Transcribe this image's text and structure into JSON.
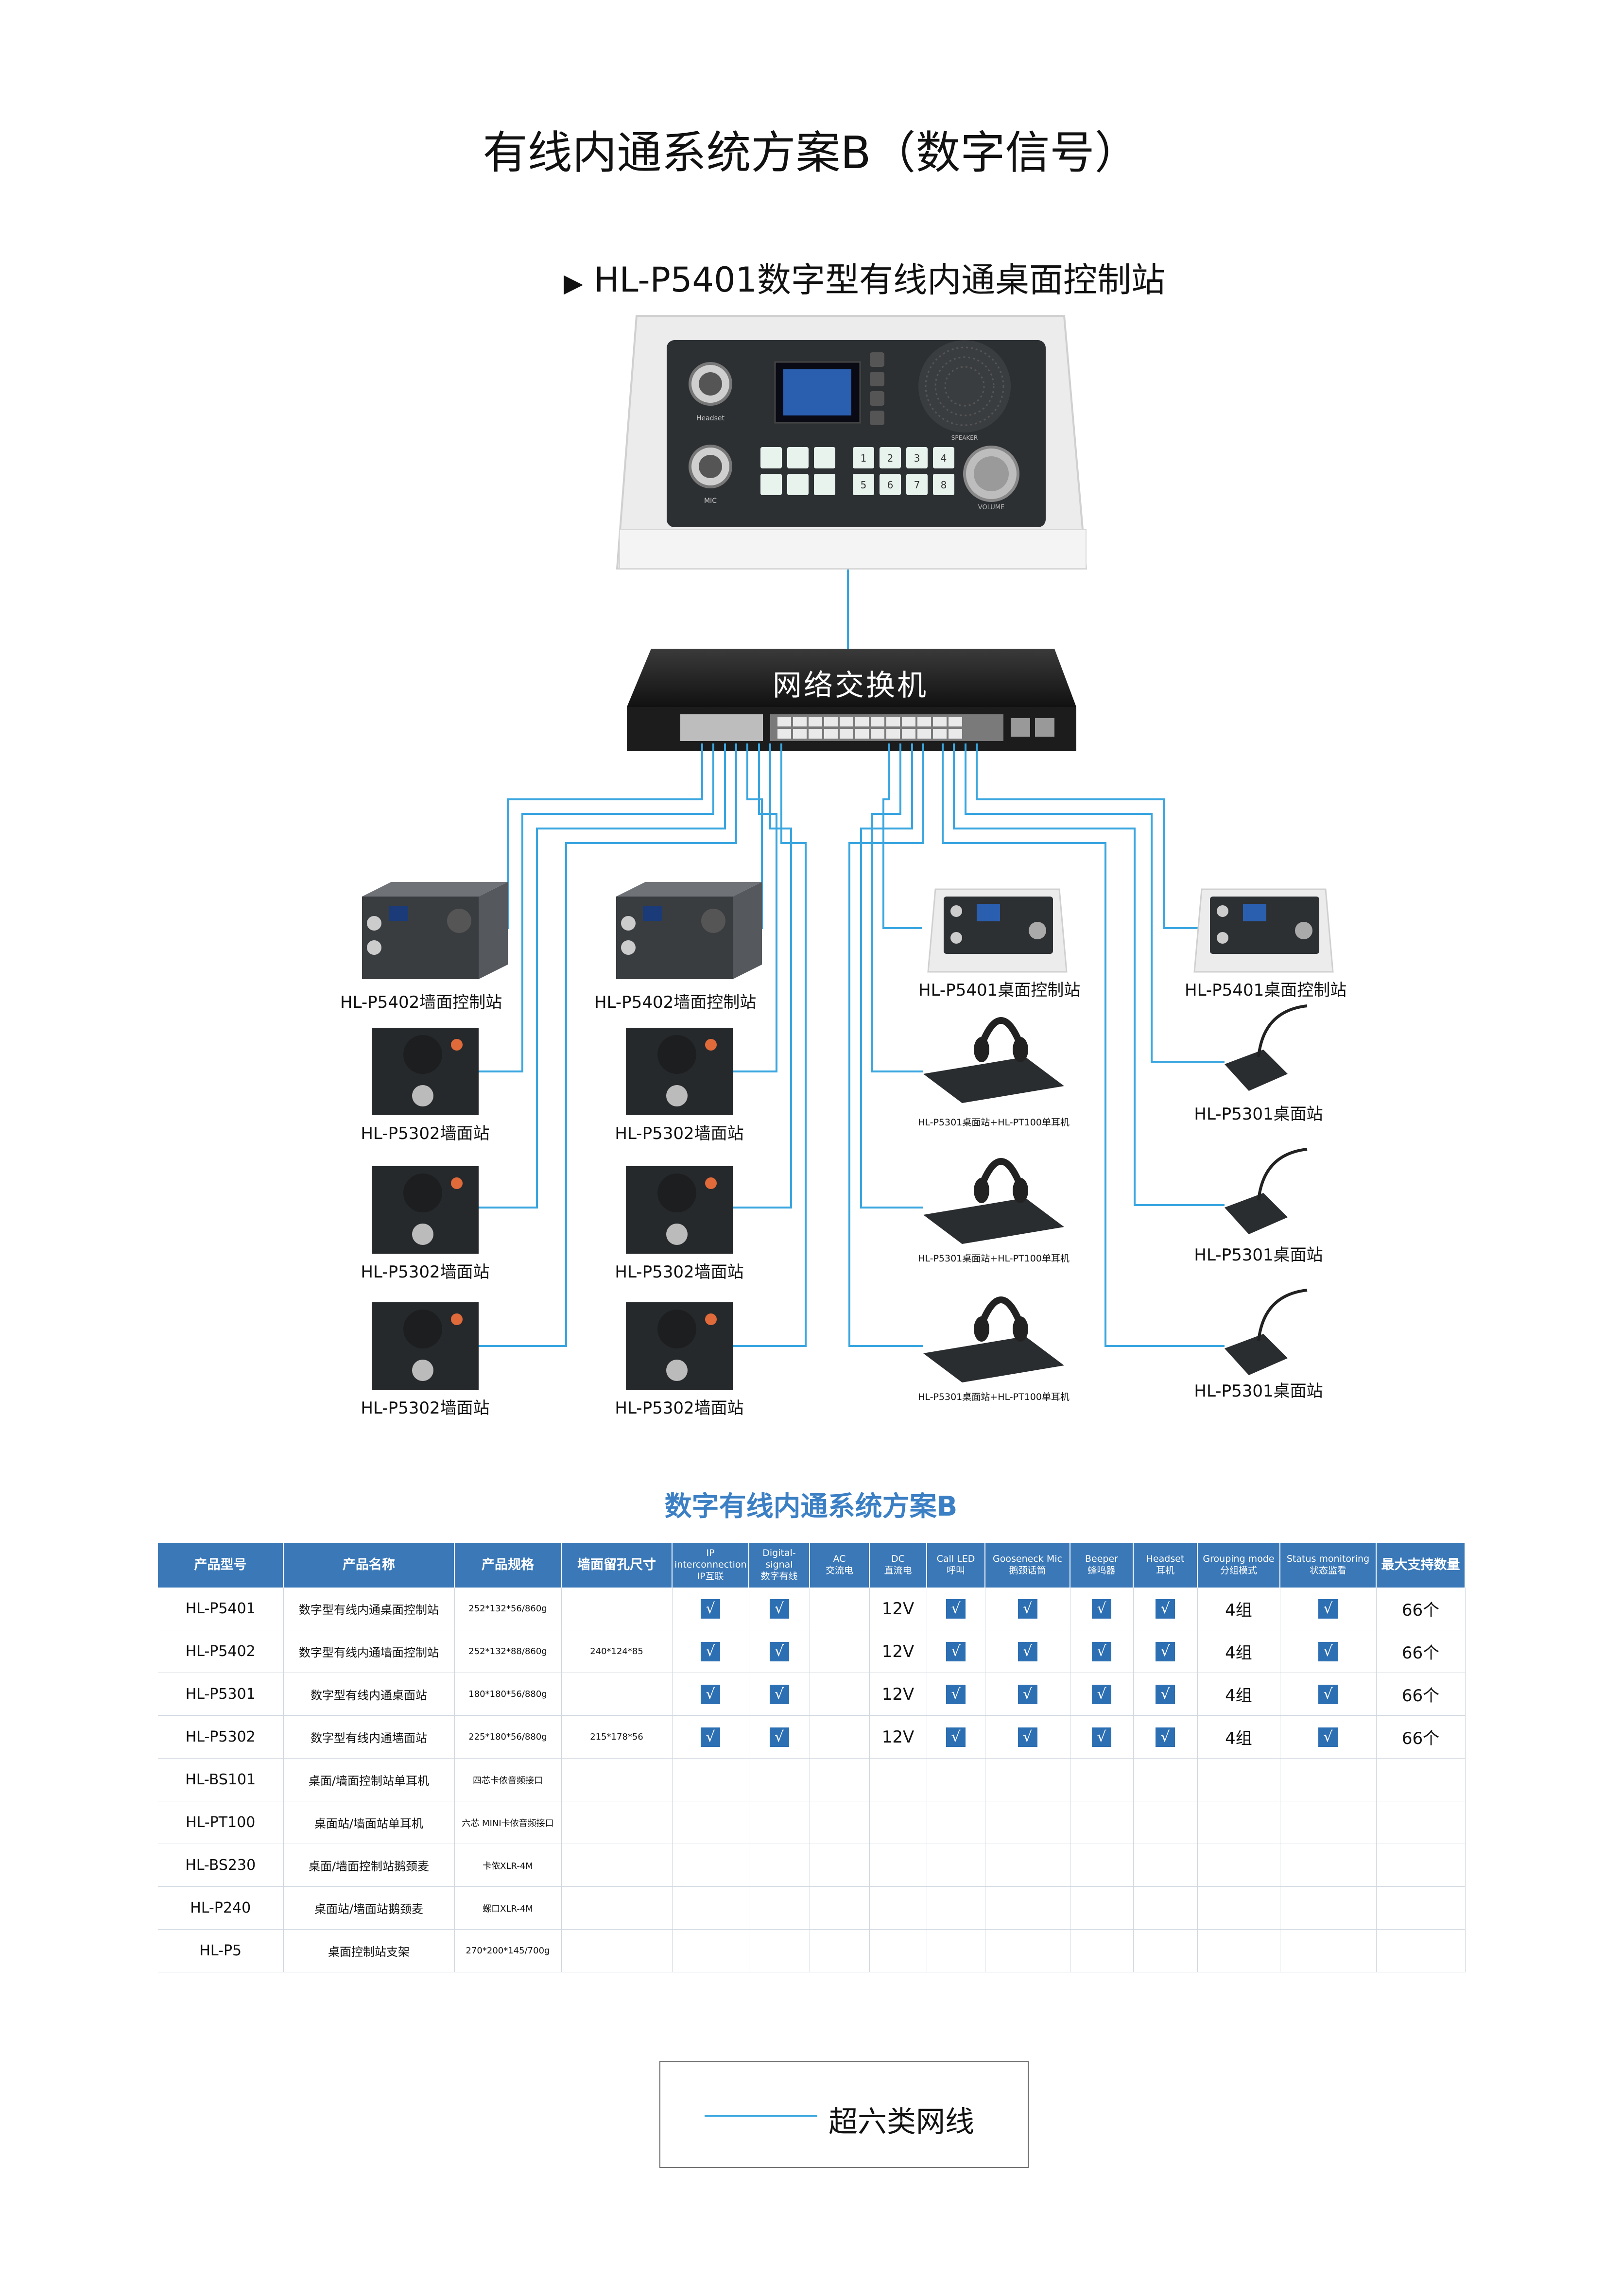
{
  "page": {
    "title": "有线内通系统方案B（数字信号）"
  },
  "device_intro": {
    "marker": "▶",
    "text": "HL-P5401数字型有线内通桌面控制站"
  },
  "panel": {
    "headset_label": "Headset",
    "mic_label": "MIC",
    "speaker_label": "SPEAKER",
    "volume_label": "VOLUME",
    "keys": [
      "1",
      "2",
      "3",
      "4",
      "5",
      "6",
      "7",
      "8"
    ]
  },
  "switch": {
    "label": "网络交换机"
  },
  "stations": {
    "left_wall_control": "HL-P5402墙面控制站",
    "mid_wall_control": "HL-P5402墙面控制站",
    "wall_station": "HL-P5302墙面站",
    "desk_control": "HL-P5401桌面控制站",
    "desk_with_headset": "HL-P5301桌面站+HL-PT100单耳机",
    "desk_station": "HL-P5301桌面站"
  },
  "colors": {
    "cable": "#3aa6e0",
    "table_header": "#3a78b8",
    "table_title": "#3b7fc4",
    "check": "#2d6fb3"
  },
  "table": {
    "title": "数字有线内通系统方案B",
    "check_symbol": "√",
    "headers": [
      {
        "en": "",
        "zh": "产品型号"
      },
      {
        "en": "",
        "zh": "产品名称"
      },
      {
        "en": "",
        "zh": "产品规格"
      },
      {
        "en": "",
        "zh": "墙面留孔尺寸"
      },
      {
        "en": "IP interconnection",
        "zh": "IP互联"
      },
      {
        "en": "Digital-signal",
        "zh": "数字有线"
      },
      {
        "en": "AC",
        "zh": "交流电"
      },
      {
        "en": "DC",
        "zh": "直流电"
      },
      {
        "en": "Call LED",
        "zh": "呼叫"
      },
      {
        "en": "Gooseneck Mic",
        "zh": "鹅颈话筒"
      },
      {
        "en": "Beeper",
        "zh": "蜂鸣器"
      },
      {
        "en": "Headset",
        "zh": "耳机"
      },
      {
        "en": "Grouping mode",
        "zh": "分组模式"
      },
      {
        "en": "Status monitoring",
        "zh": "状态监看"
      },
      {
        "en": "",
        "zh": "最大支持数量"
      }
    ],
    "rows": [
      {
        "model": "HL-P5401",
        "name": "数字型有线内通桌面控制站",
        "spec": "252*132*56/860g",
        "hole": "",
        "ip": true,
        "digital": true,
        "ac": "",
        "dc": "12V",
        "call": true,
        "goose": true,
        "beeper": true,
        "headset": true,
        "group": "4组",
        "status": true,
        "max": "66个"
      },
      {
        "model": "HL-P5402",
        "name": "数字型有线内通墙面控制站",
        "spec": "252*132*88/860g",
        "hole": "240*124*85",
        "ip": true,
        "digital": true,
        "ac": "",
        "dc": "12V",
        "call": true,
        "goose": true,
        "beeper": true,
        "headset": true,
        "group": "4组",
        "status": true,
        "max": "66个"
      },
      {
        "model": "HL-P5301",
        "name": "数字型有线内通桌面站",
        "spec": "180*180*56/880g",
        "hole": "",
        "ip": true,
        "digital": true,
        "ac": "",
        "dc": "12V",
        "call": true,
        "goose": true,
        "beeper": true,
        "headset": true,
        "group": "4组",
        "status": true,
        "max": "66个"
      },
      {
        "model": "HL-P5302",
        "name": "数字型有线内通墙面站",
        "spec": "225*180*56/880g",
        "hole": "215*178*56",
        "ip": true,
        "digital": true,
        "ac": "",
        "dc": "12V",
        "call": true,
        "goose": true,
        "beeper": true,
        "headset": true,
        "group": "4组",
        "status": true,
        "max": "66个"
      },
      {
        "model": "HL-BS101",
        "name": "桌面/墙面控制站单耳机",
        "spec": "四芯卡侬音频接口",
        "hole": "",
        "ip": false,
        "digital": false,
        "ac": "",
        "dc": "",
        "call": false,
        "goose": false,
        "beeper": false,
        "headset": false,
        "group": "",
        "status": false,
        "max": ""
      },
      {
        "model": "HL-PT100",
        "name": "桌面站/墙面站单耳机",
        "spec": "六芯 MINI卡侬音频接口",
        "hole": "",
        "ip": false,
        "digital": false,
        "ac": "",
        "dc": "",
        "call": false,
        "goose": false,
        "beeper": false,
        "headset": false,
        "group": "",
        "status": false,
        "max": ""
      },
      {
        "model": "HL-BS230",
        "name": "桌面/墙面控制站鹅颈麦",
        "spec": "卡侬XLR-4M",
        "hole": "",
        "ip": false,
        "digital": false,
        "ac": "",
        "dc": "",
        "call": false,
        "goose": false,
        "beeper": false,
        "headset": false,
        "group": "",
        "status": false,
        "max": ""
      },
      {
        "model": "HL-P240",
        "name": "桌面站/墙面站鹅颈麦",
        "spec": "螺口XLR-4M",
        "hole": "",
        "ip": false,
        "digital": false,
        "ac": "",
        "dc": "",
        "call": false,
        "goose": false,
        "beeper": false,
        "headset": false,
        "group": "",
        "status": false,
        "max": ""
      },
      {
        "model": "HL-P5",
        "name": "桌面控制站支架",
        "spec": "270*200*145/700g",
        "hole": "",
        "ip": false,
        "digital": false,
        "ac": "",
        "dc": "",
        "call": false,
        "goose": false,
        "beeper": false,
        "headset": false,
        "group": "",
        "status": false,
        "max": ""
      }
    ]
  },
  "legend": {
    "text": "超六类网线"
  }
}
